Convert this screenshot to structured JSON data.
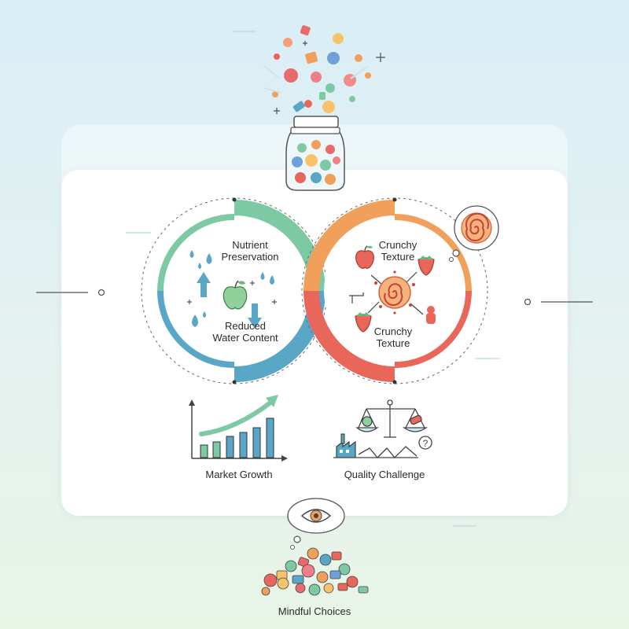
{
  "left_cycle": {
    "top_label_line1": "Nutrient",
    "top_label_line2": "Preservation",
    "bottom_label_line1": "Reduced",
    "bottom_label_line2": "Water Content",
    "top_color": "#7cc9a3",
    "bottom_color": "#5aa6c7"
  },
  "right_cycle": {
    "top_label_line1": "Crunchy",
    "top_label_line2": "Texture",
    "bottom_label_line1": "Crunchy",
    "bottom_label_line2": "Texture",
    "top_color": "#f0a05a",
    "bottom_color": "#e8665a"
  },
  "market_growth": {
    "label": "Market Growth",
    "bar_colors": [
      "#7cc9a3",
      "#5aa6c7"
    ]
  },
  "quality_challenge": {
    "label": "Quality Challenge"
  },
  "bottom": {
    "label": "Mindful Choices"
  },
  "icons": [
    "candy-jar-icon",
    "apple-icon",
    "water-drop-icon",
    "arrow-up-icon",
    "arrow-down-icon",
    "strawberry-icon",
    "gummy-bear-icon",
    "swirl-candy-icon",
    "scale-icon",
    "factory-icon",
    "question-icon",
    "eye-icon",
    "candy-pile-icon",
    "bar-chart-icon"
  ]
}
